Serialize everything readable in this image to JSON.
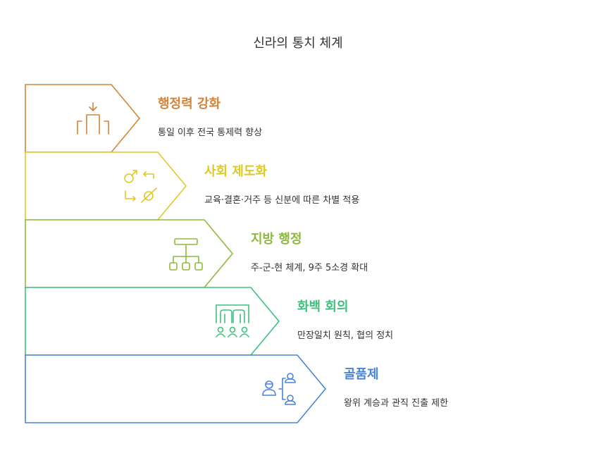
{
  "title": "신라의 통치 체계",
  "items": [
    {
      "title": "행정력 강화",
      "desc": "통일 이후 전국 통제력 향상",
      "color": "#D4843A",
      "icon": "building-arrow-icon"
    },
    {
      "title": "사회 제도화",
      "desc": "교육·결혼·거주 등 신분에 따른 차별 적용",
      "color": "#DEC925",
      "icon": "gender-symbols-icon"
    },
    {
      "title": "지방 행정",
      "desc": "주-군-현 체계, 9주 5소경 확대",
      "color": "#8DBA3C",
      "icon": "hierarchy-icon"
    },
    {
      "title": "화백 회의",
      "desc": "만장일치 원칙, 협의 정치",
      "color": "#3DC17D",
      "icon": "assembly-icon"
    },
    {
      "title": "골품제",
      "desc": "왕위 계승과 관직 진출 제한",
      "color": "#4A84D9",
      "icon": "caste-people-icon"
    }
  ]
}
